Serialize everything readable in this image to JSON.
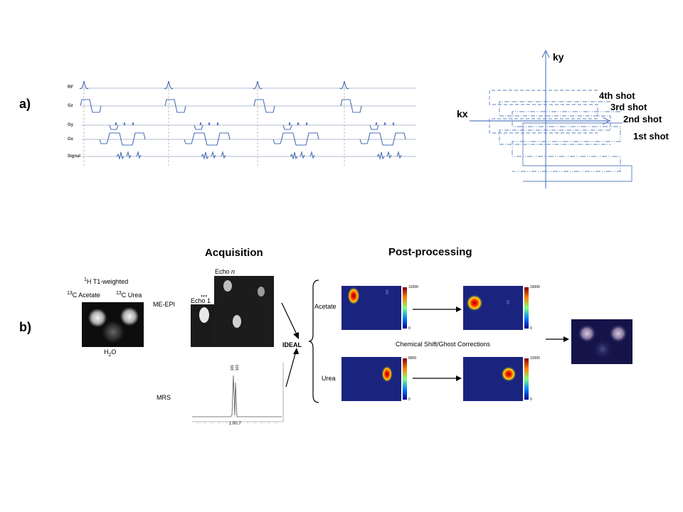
{
  "panel_a": {
    "label": "a)",
    "sequence_labels": {
      "rf": "RF",
      "gz": "Gz",
      "gy": "Gy",
      "gx": "Gx",
      "signal": "Signal"
    },
    "kspace": {
      "ky": "ky",
      "kx": "kx",
      "shots": [
        "4th shot",
        "3rd shot",
        "2nd shot",
        "1st shot"
      ]
    }
  },
  "panel_b": {
    "label": "b)",
    "anatomy": {
      "title_sup": "1",
      "title": "H T1-weighted",
      "acetate_sup": "13",
      "acetate": "C Acetate",
      "urea_sup": "13",
      "urea": "C Urea",
      "water_pre": "H",
      "water_sub": "2",
      "water_post": "O"
    },
    "acquisition": {
      "title": "Acquisition",
      "me_epi": "ME-EPI",
      "echo_n_prefix": "Echo ",
      "echo_n_italic": "n",
      "echo_1": "Echo 1",
      "ellipsis": "...",
      "mrs": "MRS",
      "peak_1": "181",
      "peak_2": "163",
      "axis_value": "1.00.7"
    },
    "ideal": "IDEAL",
    "postprocessing": {
      "title": "Post-processing",
      "acetate": "Acetate",
      "urea": "Urea",
      "corrections": "Chemical Shift/Ghost Corrections",
      "colorbars": [
        {
          "max": "12000",
          "min": "0"
        },
        {
          "max": "16000",
          "min": "0"
        },
        {
          "max": "8000",
          "min": "0"
        },
        {
          "max": "12000",
          "min": "0"
        }
      ]
    }
  },
  "colors": {
    "sequence_line": "#4a6fb5",
    "axis_line": "#6b8fc7",
    "jet_bg": "#1a237e"
  }
}
